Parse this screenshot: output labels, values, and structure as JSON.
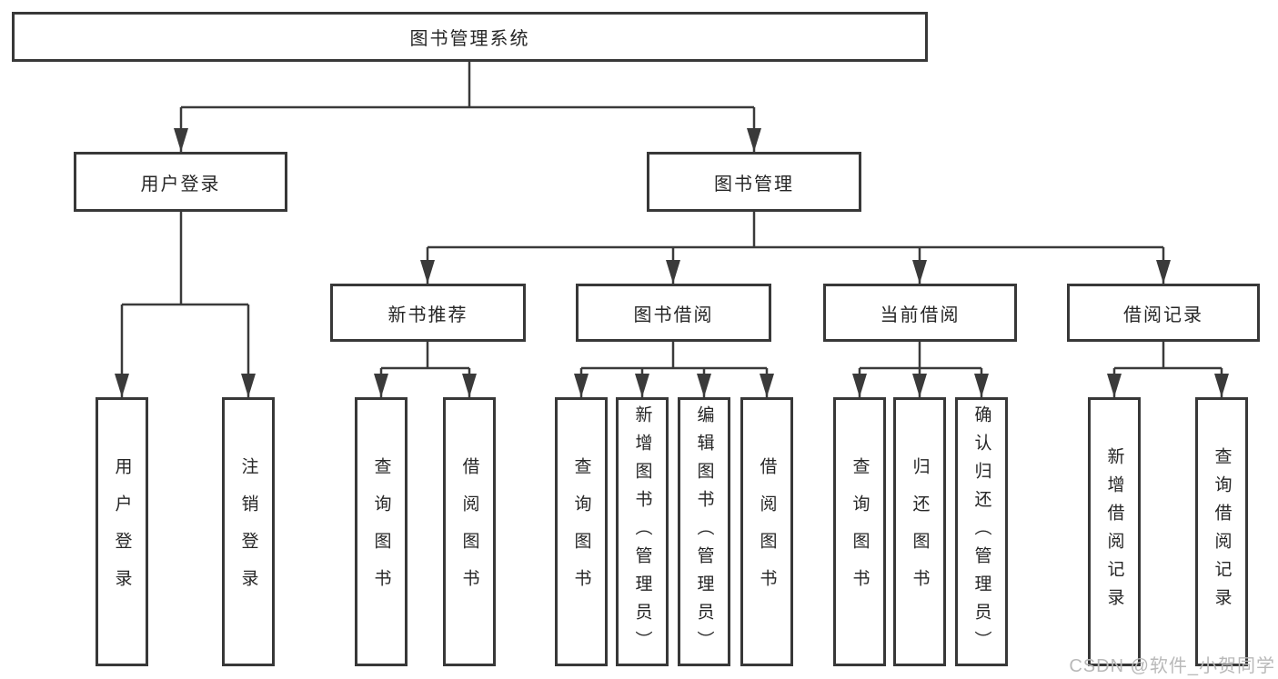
{
  "diagram": {
    "root": {
      "label": "图书管理系统"
    },
    "level2": [
      {
        "label": "用户登录"
      },
      {
        "label": "图书管理"
      }
    ],
    "level3": [
      {
        "label": "新书推荐"
      },
      {
        "label": "图书借阅"
      },
      {
        "label": "当前借阅"
      },
      {
        "label": "借阅记录"
      }
    ],
    "leaves": {
      "user_login": [
        "用户登录",
        "注销登录"
      ],
      "new_books": [
        "查询图书",
        "借阅图书"
      ],
      "book_borrow": [
        "查询图书",
        "新增图书（管理员）",
        "编辑图书（管理员）",
        "借阅图书"
      ],
      "current_borrow": [
        "查询图书",
        "归还图书",
        "确认归还（管理员）"
      ],
      "borrow_records": [
        "新增借阅记录",
        "查询借阅记录"
      ]
    }
  },
  "watermark": "CSDN @软件_小贺同学",
  "colors": {
    "line": "#3a3a3a",
    "border": "#383838",
    "text": "#262626",
    "watermark": "#b9b9b9",
    "background": "#ffffff"
  }
}
